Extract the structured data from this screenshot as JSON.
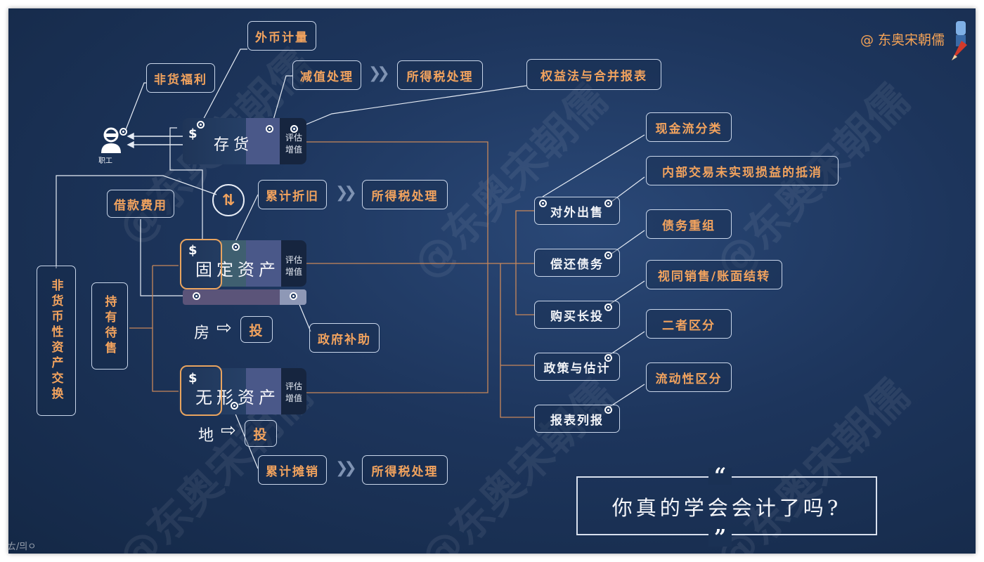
{
  "author": "@  东奥宋朝儒",
  "watermark": "@东奥宋朝儒",
  "employee": {
    "label": "职工"
  },
  "top_labels": {
    "waibi": "外币计量",
    "feihuo": "非货福利",
    "jianzhi": "减值处理",
    "suodeshui1": "所得税处理",
    "quanyi": "权益法与合并报表"
  },
  "assets": {
    "cunhuo": "存货",
    "guding": "固定资产",
    "wuxing": "无形资产",
    "eval": "评估增值",
    "dollar": "$"
  },
  "middle_labels": {
    "leiji_zhejiu": "累计折旧",
    "suodeshui2": "所得税处理",
    "jiekuan": "借款费用",
    "zhengfu": "政府补助",
    "fang": "房",
    "tou1": "投",
    "di": "地",
    "tou2": "投",
    "leiji_tanxiao": "累计摊销",
    "suodeshui3": "所得税处理"
  },
  "left_vertical": {
    "feihuobi": "非货币性资产交换",
    "chiyou": "持有待售"
  },
  "right_items": [
    {
      "label": "对外出售",
      "note": "现金流分类"
    },
    {
      "label": "偿还债务",
      "note": "债务重组"
    },
    {
      "label": "购买长投",
      "note": "视同销售/账面结转"
    },
    {
      "label": "政策与估计",
      "note": "二者区分"
    },
    {
      "label": "报表列报",
      "note": "流动性区分"
    }
  ],
  "right_extra_note": "内部交易未实现损益的抵消",
  "quote": {
    "text": "你真的学会会计了吗?",
    "open": "“",
    "close": "”"
  },
  "bottom_fragment": "ㄊ/믜ㅇ",
  "colors": {
    "accent": "#f2a35e",
    "line": "#c8875a",
    "frame": "#c9d6ea",
    "bg": "#1d355c"
  }
}
